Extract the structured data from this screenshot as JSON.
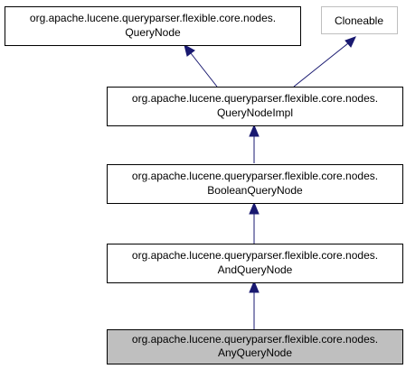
{
  "nodes": [
    {
      "id": "querynode",
      "lines": [
        "org.apache.lucene.queryparser.flexible.core.nodes.",
        "QueryNode"
      ]
    },
    {
      "id": "cloneable",
      "lines": [
        "Cloneable"
      ]
    },
    {
      "id": "querynodeimpl",
      "lines": [
        "org.apache.lucene.queryparser.flexible.core.nodes.",
        "QueryNodeImpl"
      ]
    },
    {
      "id": "booleanquerynode",
      "lines": [
        "org.apache.lucene.queryparser.flexible.core.nodes.",
        "BooleanQueryNode"
      ]
    },
    {
      "id": "andquerynode",
      "lines": [
        "org.apache.lucene.queryparser.flexible.core.nodes.",
        "AndQueryNode"
      ]
    },
    {
      "id": "anyquerynode",
      "lines": [
        "org.apache.lucene.queryparser.flexible.core.nodes.",
        "AnyQueryNode"
      ]
    }
  ],
  "edges": [
    {
      "from": "querynodeimpl",
      "to": "querynode"
    },
    {
      "from": "querynodeimpl",
      "to": "cloneable"
    },
    {
      "from": "booleanquerynode",
      "to": "querynodeimpl"
    },
    {
      "from": "andquerynode",
      "to": "booleanquerynode"
    },
    {
      "from": "anyquerynode",
      "to": "andquerynode"
    }
  ],
  "colors": {
    "edge": "#191970",
    "highlight_fill": "#bfbfbf",
    "external_border": "#bfbfbf"
  }
}
